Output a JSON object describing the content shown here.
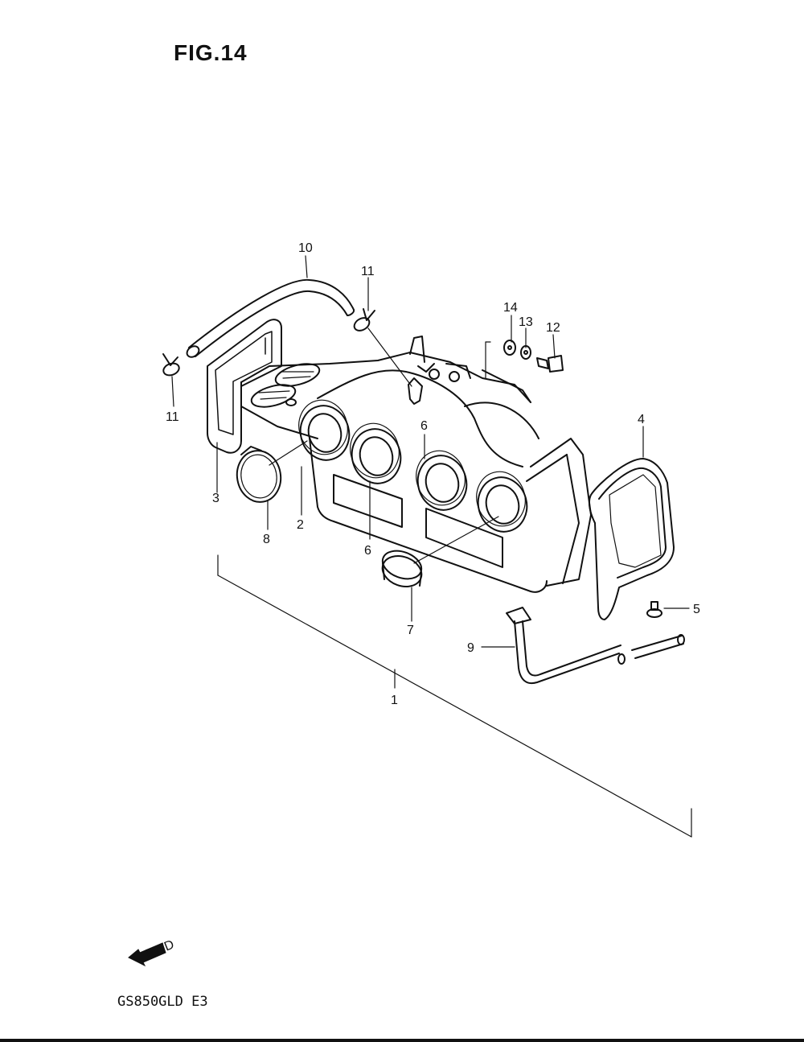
{
  "figure": {
    "title": "FIG.14"
  },
  "model_code": "GS850GLD E3",
  "fwd_label": "FWD",
  "callouts": [
    {
      "id": "1",
      "label": "1"
    },
    {
      "id": "2",
      "label": "2"
    },
    {
      "id": "3",
      "label": "3"
    },
    {
      "id": "4",
      "label": "4"
    },
    {
      "id": "5",
      "label": "5"
    },
    {
      "id": "6a",
      "label": "6"
    },
    {
      "id": "6b",
      "label": "6"
    },
    {
      "id": "7",
      "label": "7"
    },
    {
      "id": "8",
      "label": "8"
    },
    {
      "id": "9",
      "label": "9"
    },
    {
      "id": "10",
      "label": "10"
    },
    {
      "id": "11a",
      "label": "11"
    },
    {
      "id": "11b",
      "label": "11"
    },
    {
      "id": "12",
      "label": "12"
    },
    {
      "id": "13",
      "label": "13"
    },
    {
      "id": "14",
      "label": "14"
    }
  ]
}
